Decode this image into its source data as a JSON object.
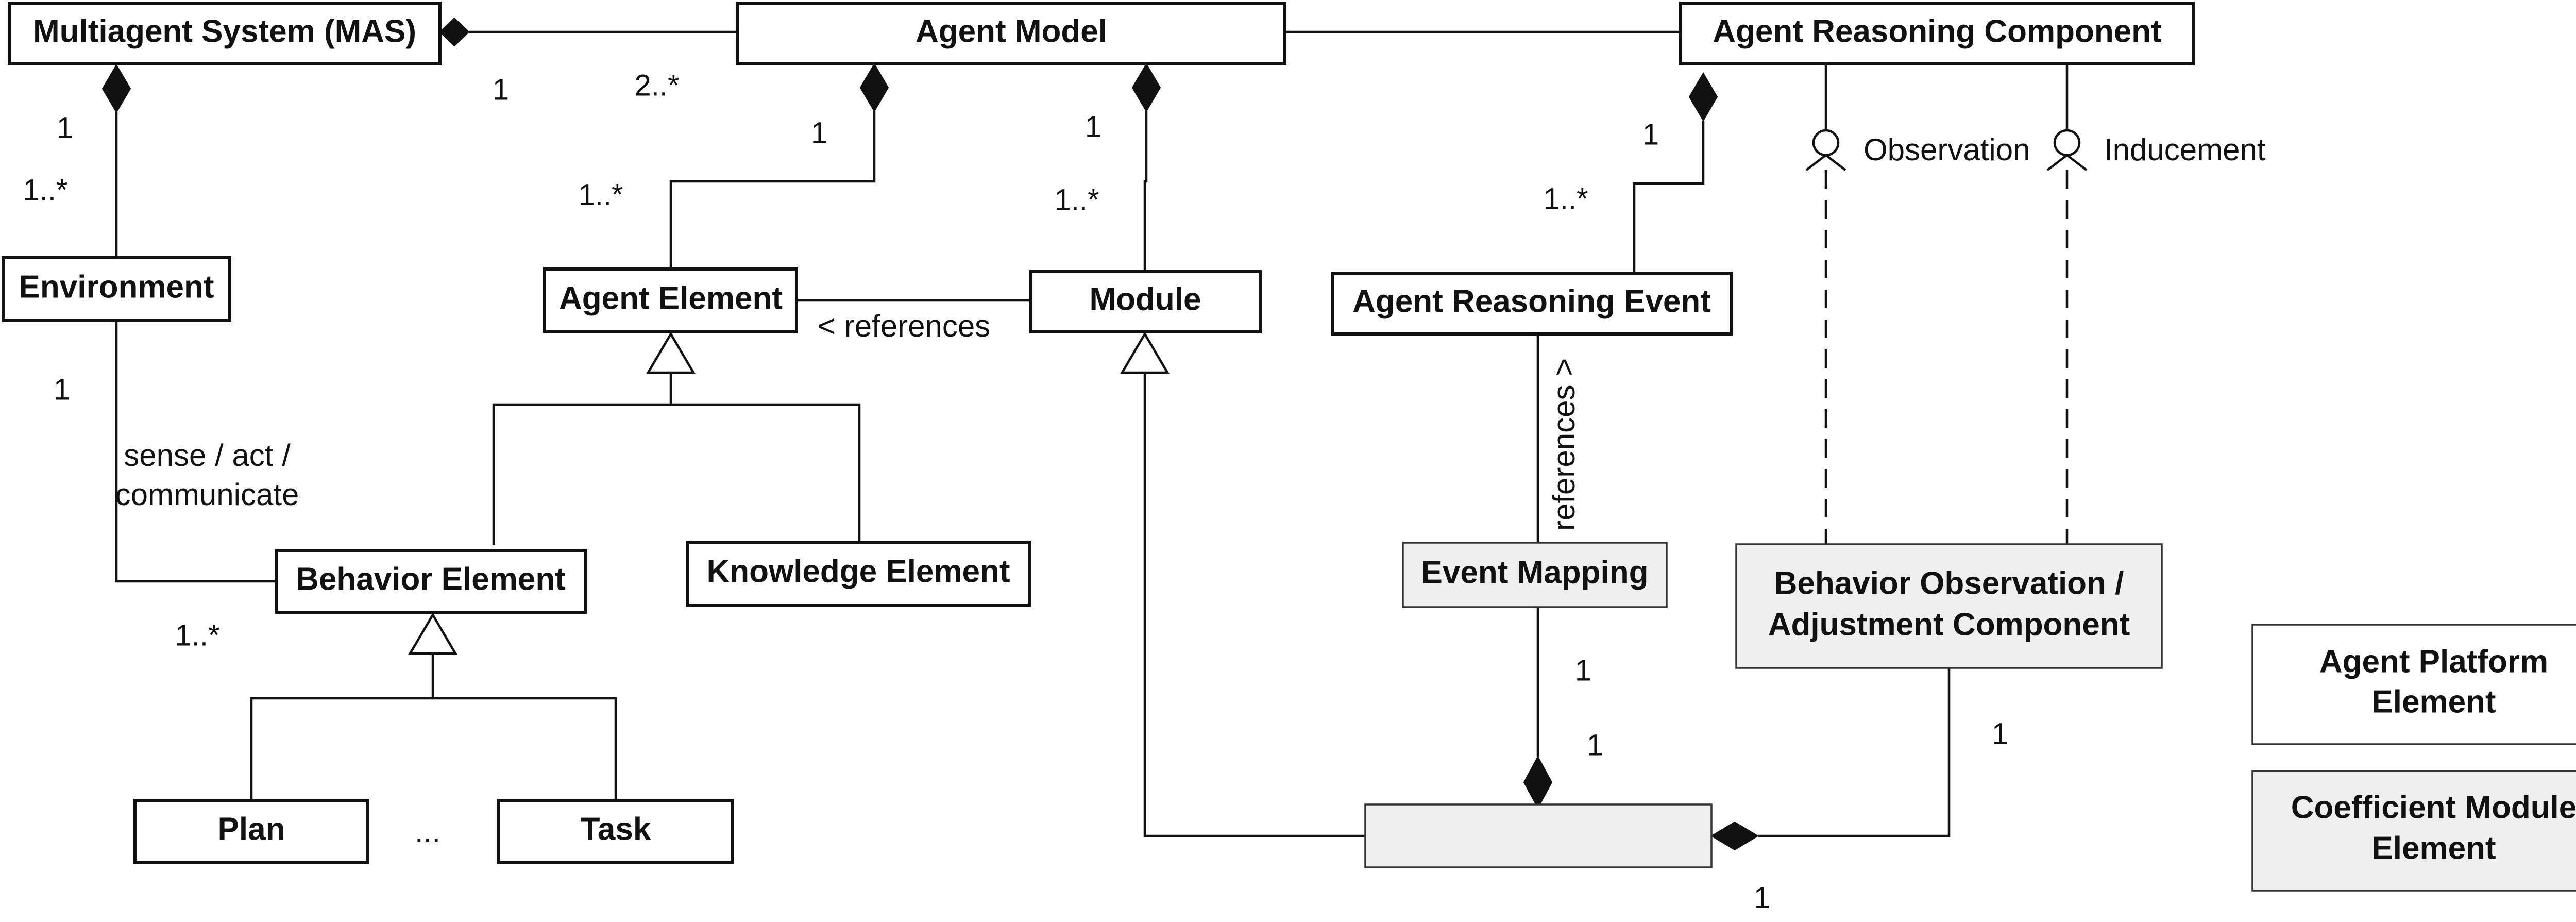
{
  "classes": {
    "mas": "Multiagent System (MAS)",
    "agent_model": "Agent Model",
    "reasoning_component": "Agent Reasoning Component",
    "environment": "Environment",
    "agent_element": "Agent Element",
    "module": "Module",
    "reasoning_event": "Agent Reasoning Event",
    "behavior_element": "Behavior Element",
    "knowledge_element": "Knowledge Element",
    "event_mapping": "Event Mapping",
    "observation_component": [
      "Behavior Observation /",
      "Adjustment Component"
    ],
    "plan": "Plan",
    "task": "Task",
    "ellipsis": "..."
  },
  "legend": {
    "platform": [
      "Agent Platform",
      "Element"
    ],
    "coefficient": [
      "Coefficient Module",
      "Element"
    ]
  },
  "relations": {
    "references_module": "< references",
    "references_event": "references >",
    "sense_act": [
      "sense / act /",
      "communicate"
    ],
    "observation": "Observation",
    "inducement": "Inducement"
  },
  "multiplicities": {
    "mas_agent_model": "1",
    "agent_model_mas": "2..*",
    "mas_env_top": "1",
    "mas_env_bottom": "1..*",
    "am_agent_element_top": "1",
    "am_agent_element_bottom": "1..*",
    "am_module_top": "1",
    "am_module_bottom": "1..*",
    "arc_event_top": "1",
    "arc_event_bottom": "1..*",
    "env_behavior": "1",
    "behavior_env": "1..*",
    "mapping_coef_top": "1",
    "mapping_coef_bottom": "1",
    "obs_coef": "1",
    "coef_obs": "1"
  }
}
